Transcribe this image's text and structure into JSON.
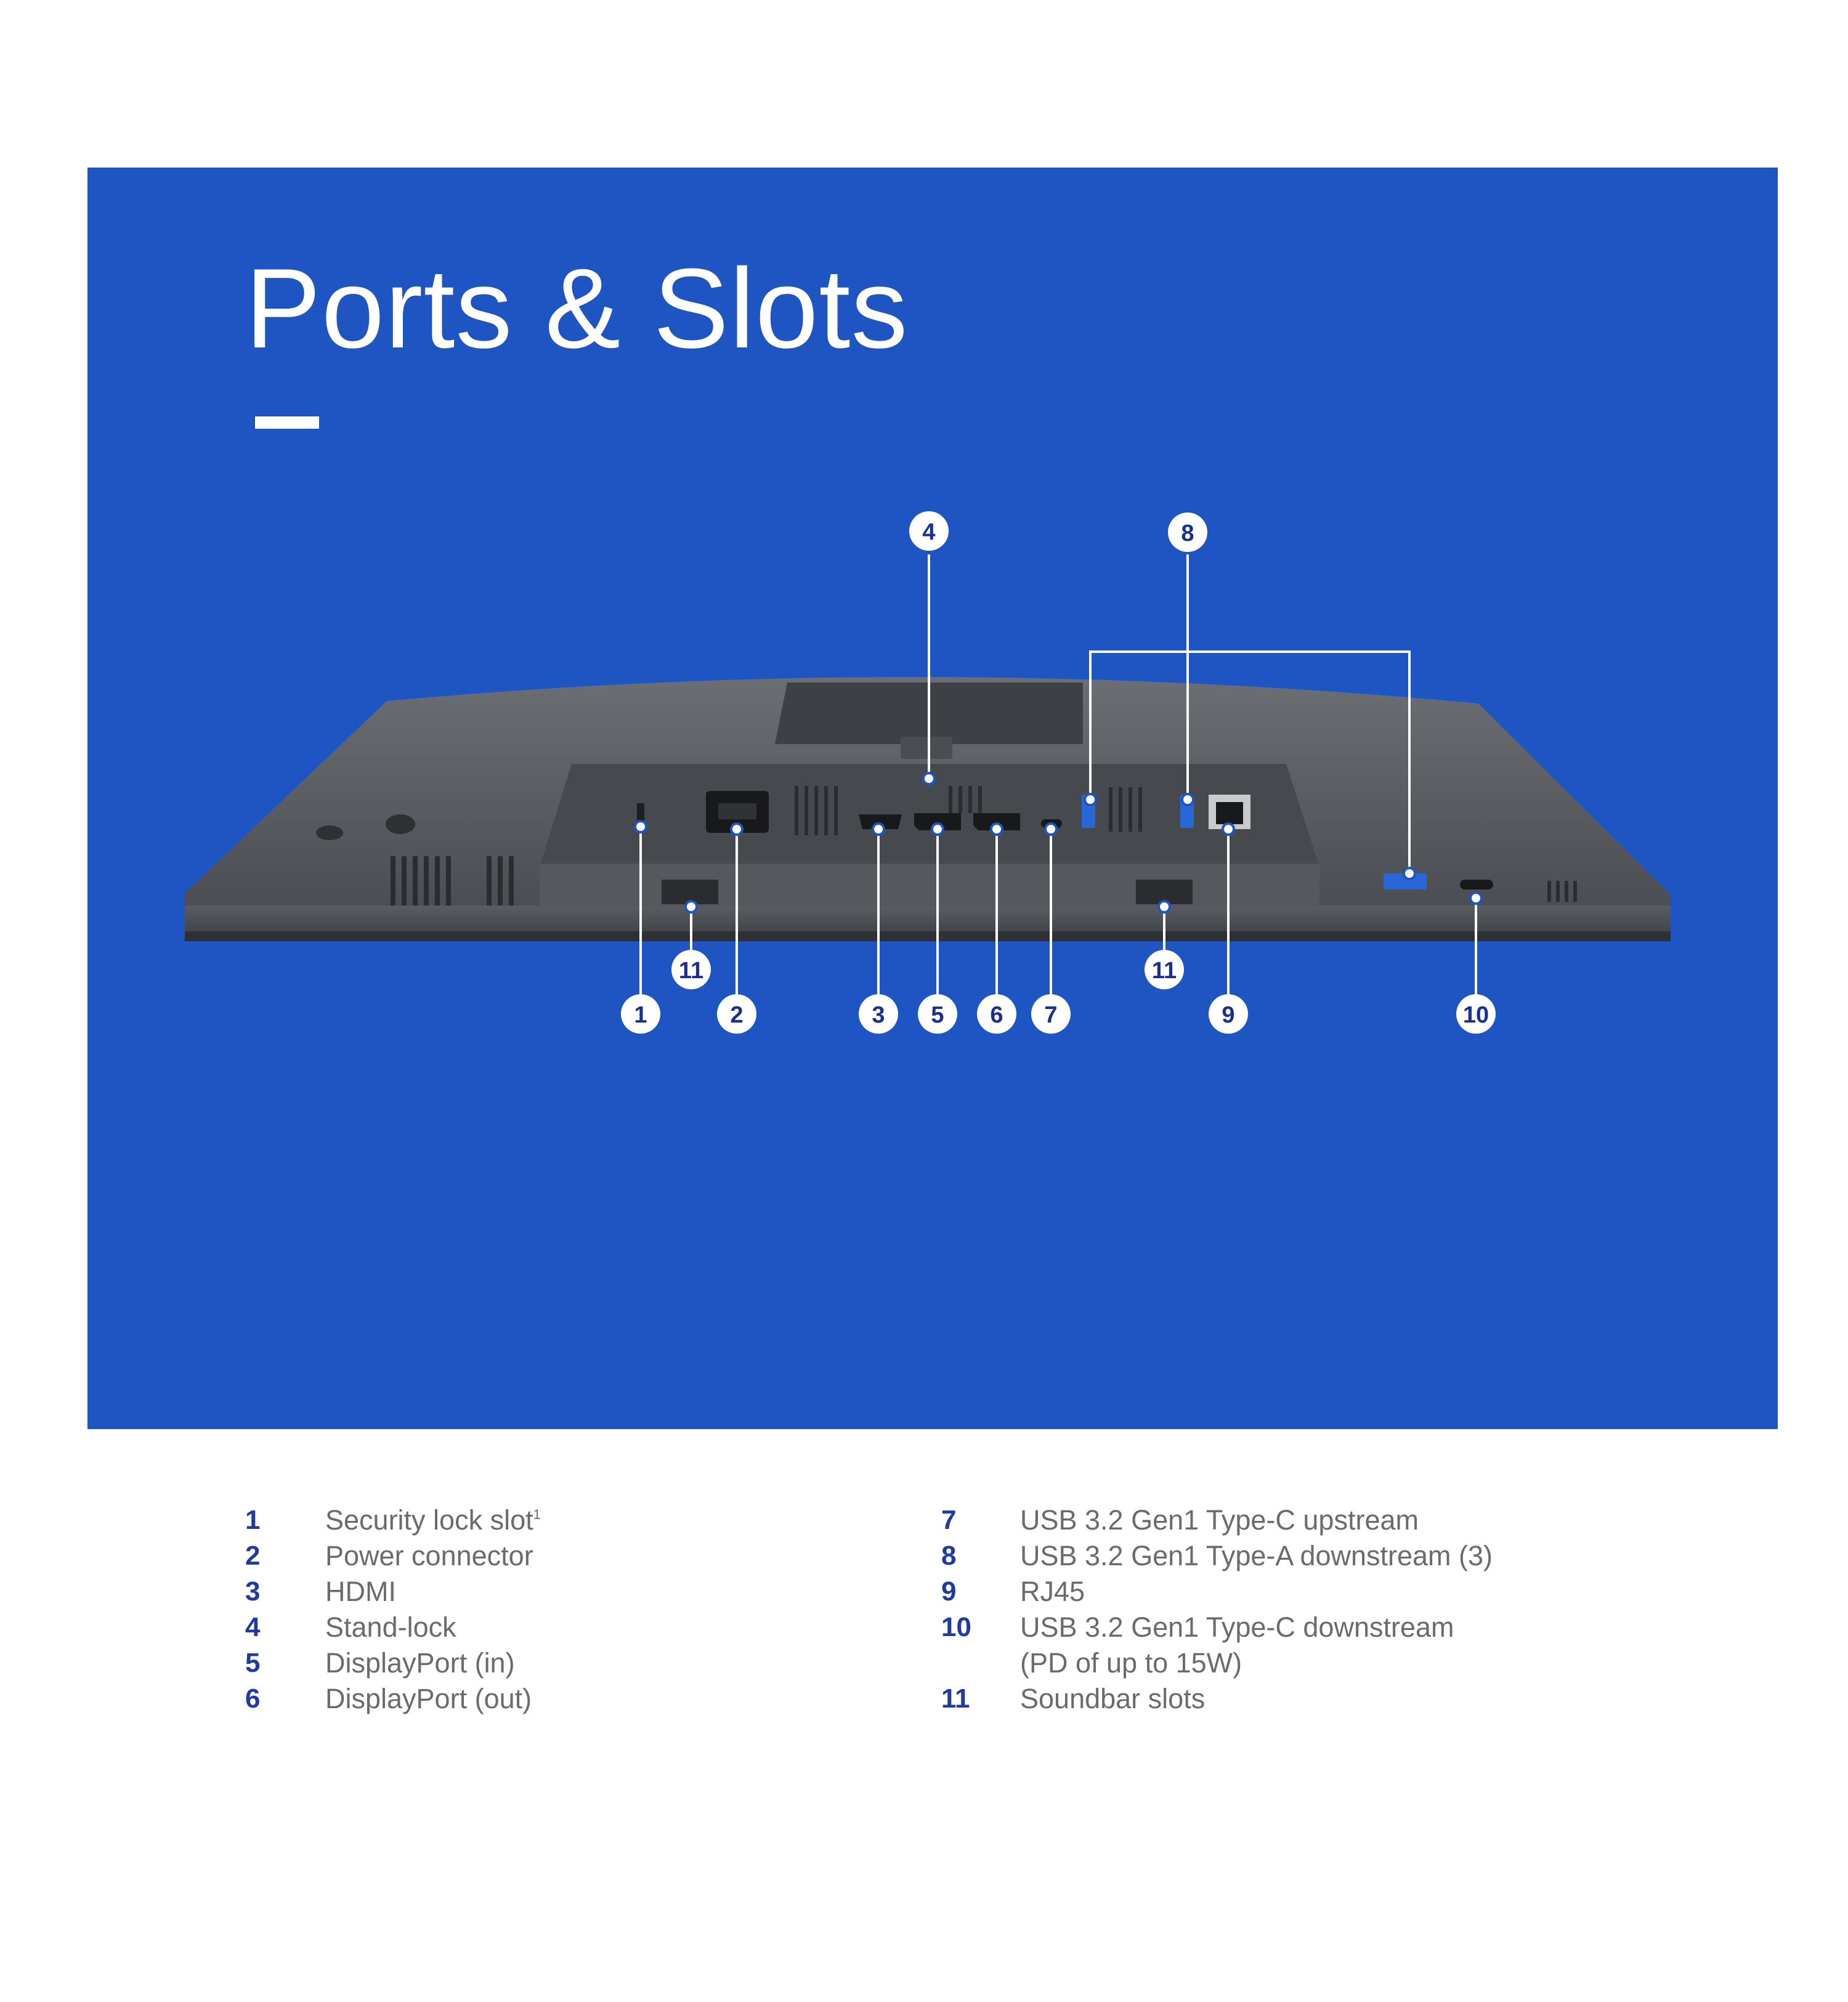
{
  "title": "Ports & Slots",
  "colors": {
    "banner": "#1e55c2",
    "callout_text": "#1a2f8f",
    "legend_number": "#1f3aa0",
    "legend_label": "#6b6b6b",
    "monitor_body": "#55585d"
  },
  "callouts": [
    {
      "id": "c1",
      "label": "1"
    },
    {
      "id": "c2",
      "label": "2"
    },
    {
      "id": "c3",
      "label": "3"
    },
    {
      "id": "c4",
      "label": "4"
    },
    {
      "id": "c5",
      "label": "5"
    },
    {
      "id": "c6",
      "label": "6"
    },
    {
      "id": "c7",
      "label": "7"
    },
    {
      "id": "c8",
      "label": "8"
    },
    {
      "id": "c9",
      "label": "9"
    },
    {
      "id": "c10",
      "label": "10"
    },
    {
      "id": "c11a",
      "label": "11"
    },
    {
      "id": "c11b",
      "label": "11"
    }
  ],
  "legend": {
    "left": [
      {
        "number": "1",
        "label": "Security lock slot",
        "footnote": "1"
      },
      {
        "number": "2",
        "label": "Power connector"
      },
      {
        "number": "3",
        "label": "HDMI"
      },
      {
        "number": "4",
        "label": "Stand-lock"
      },
      {
        "number": "5",
        "label": "DisplayPort (in)"
      },
      {
        "number": "6",
        "label": "DisplayPort (out)"
      }
    ],
    "right": [
      {
        "number": "7",
        "label": "USB 3.2 Gen1 Type-C upstream"
      },
      {
        "number": "8",
        "label": "USB 3.2 Gen1 Type-A downstream (3)"
      },
      {
        "number": "9",
        "label": "RJ45"
      },
      {
        "number": "10",
        "label": "USB 3.2 Gen1 Type-C downstream"
      },
      {
        "number": "",
        "label": "(PD of up to 15W)"
      },
      {
        "number": "11",
        "label": "Soundbar slots"
      }
    ]
  }
}
